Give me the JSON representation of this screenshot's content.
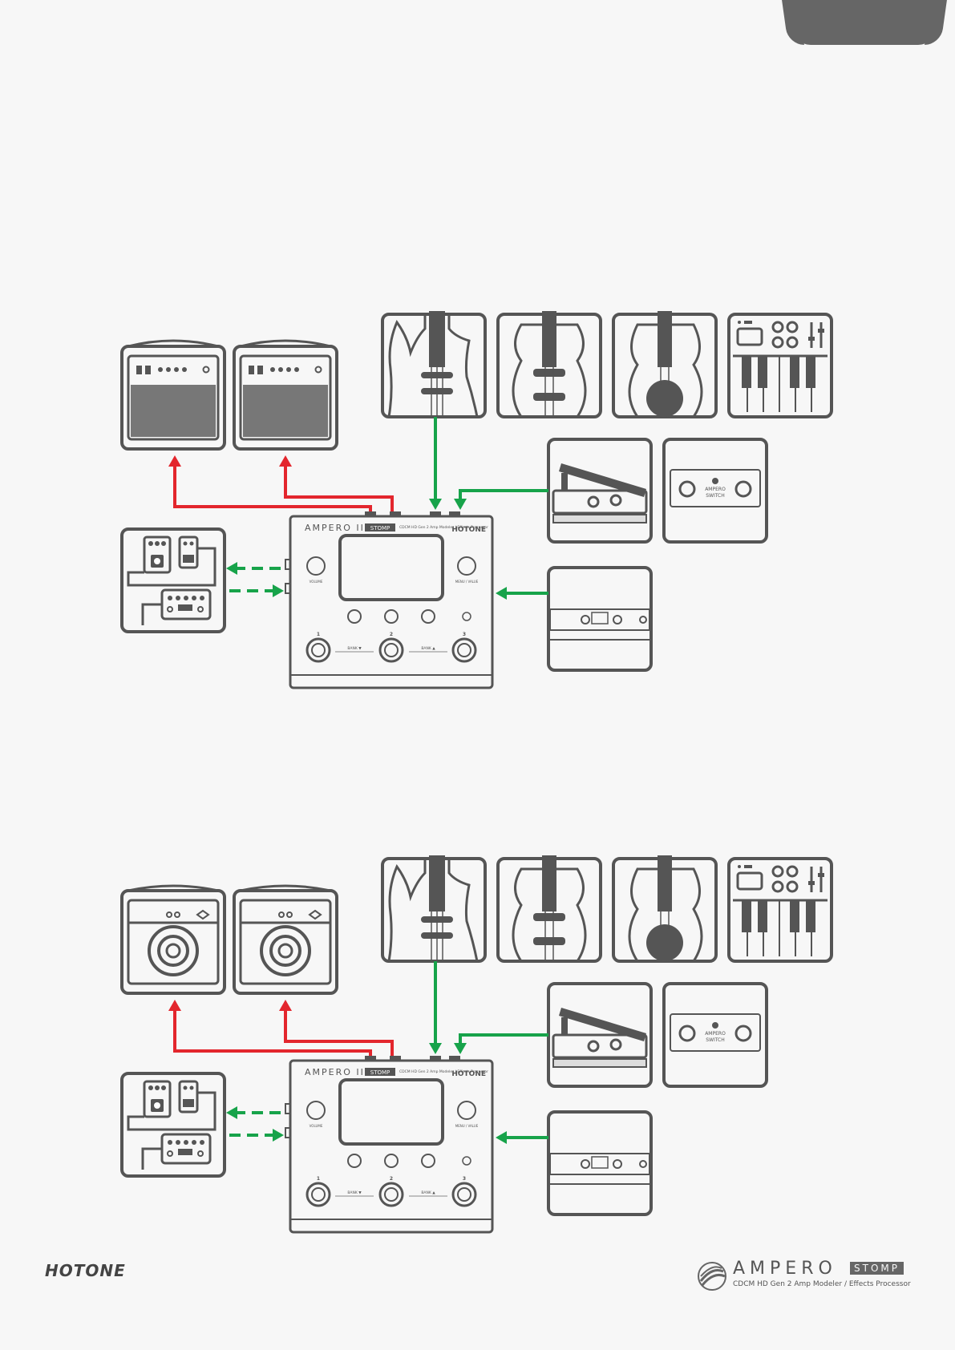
{
  "device": {
    "brand": "HOTONE",
    "model": "AMPERO II",
    "edition": "STOMP",
    "tagline": "CDCM HD Gen 2 Amp Modeler / Effects Processor",
    "knob_left": "VOLUME",
    "knob_right": "MENU / VALUE",
    "footswitch_1": "1",
    "footswitch_2": "2",
    "footswitch_3": "3",
    "bank_down": "BANK ▼",
    "bank_up": "BANK ▲"
  },
  "accessory": {
    "switch_name_1": "AMPERO",
    "switch_name_2": "SWITCH"
  },
  "colors": {
    "output_arrow": "#e3262d",
    "input_arrow": "#17a34a",
    "line": "#555555"
  },
  "footer": {
    "brand": "HOTONE",
    "product": "AMPERO",
    "edition": "STOMP",
    "tagline": "CDCM HD Gen 2 Amp Modeler / Effects Processor"
  }
}
